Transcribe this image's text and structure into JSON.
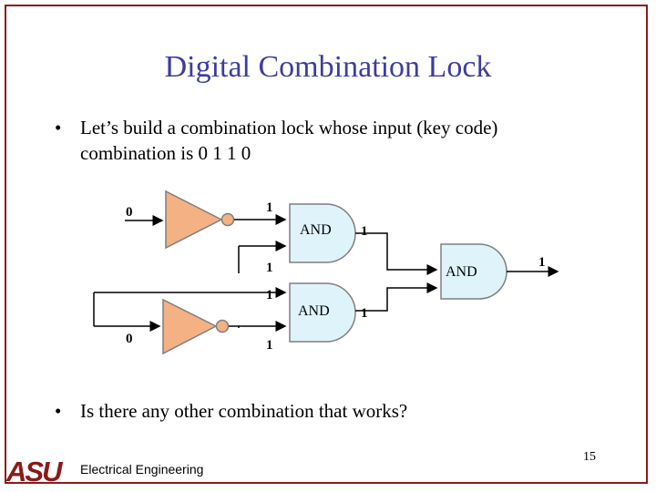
{
  "slide": {
    "title": "Digital Combination Lock",
    "bullet1": "Let’s build a combination lock whose input (key code) combination is 0 1 1 0",
    "bullet2": "Is there any other combination that works?",
    "bullet_char": "•",
    "page_number": "15"
  },
  "footer": {
    "department": "Electrical Engineering",
    "logo_text": "ASU"
  },
  "colors": {
    "frame": "#8b1a1a",
    "title": "#3d3d9f",
    "inverter_fill": "#f4b183",
    "and_fill": "#dff3fb",
    "logo": "#8b1a1a"
  },
  "diagram": {
    "input_top": "0",
    "input_bottom": "0",
    "inverter_top_out": "1",
    "direct_in_1": "1",
    "direct_in_2": "1",
    "inverter_bottom_out": "1",
    "and_top_label": "AND",
    "and_top_out": "1",
    "and_bottom_label": "AND",
    "and_bottom_out": "1",
    "and_final_label": "AND",
    "final_out": "1"
  }
}
